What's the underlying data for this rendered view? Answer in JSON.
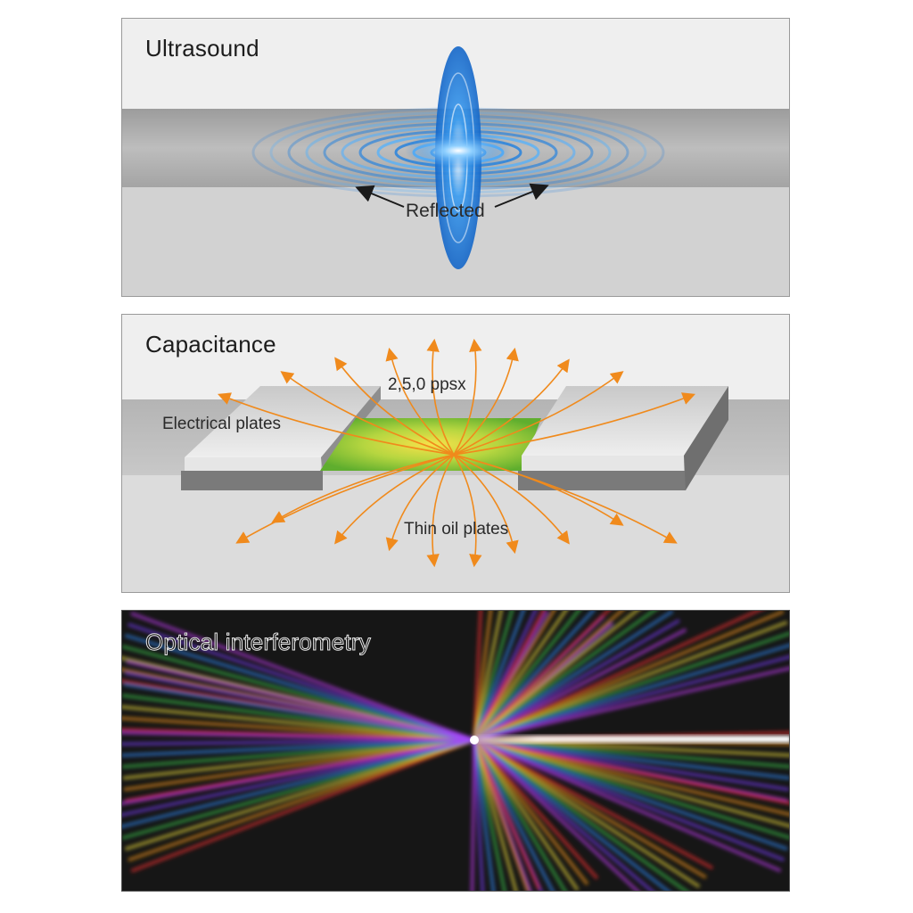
{
  "panels": [
    {
      "title": "Ultrasound",
      "labels": {
        "reflected": "Reflected"
      },
      "colors": {
        "wave": "#1e7fe0",
        "band": "#a9a9a9"
      }
    },
    {
      "title": "Capacitance",
      "labels": {
        "field_value": "2,5,0 ppsx",
        "electrical_plates": "Electrical plates",
        "thin_oil_plates": "Thin oil plates"
      },
      "colors": {
        "field_lines": "#f08a1c",
        "oil_film": "#7fbf3a"
      }
    },
    {
      "title": "Optical interferometry",
      "colors": {
        "background": "#161616",
        "beam": "#ffffff"
      }
    }
  ]
}
